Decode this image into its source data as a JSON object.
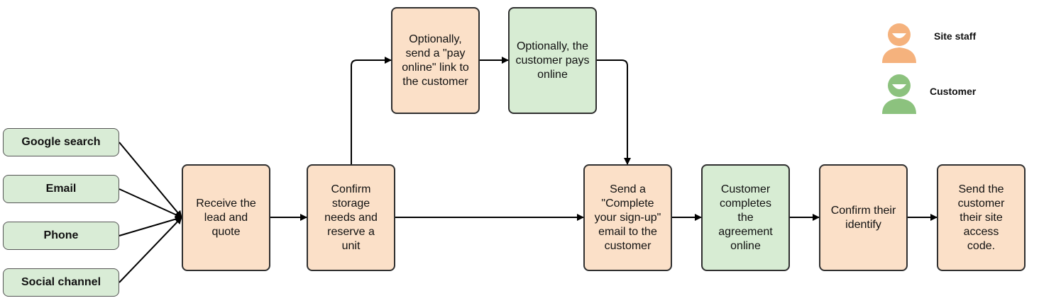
{
  "sources": [
    {
      "label": "Google search"
    },
    {
      "label": "Email"
    },
    {
      "label": "Phone"
    },
    {
      "label": "Social channel"
    }
  ],
  "steps": {
    "receive_lead": {
      "text": "Receive the lead and quote",
      "actor": "staff"
    },
    "confirm_storage": {
      "text": "Confirm storage needs and reserve a unit",
      "actor": "staff"
    },
    "send_pay_link": {
      "text": "Optionally, send a \"pay online\" link to the customer",
      "actor": "staff"
    },
    "customer_pays": {
      "text": "Optionally, the customer pays online",
      "actor": "customer"
    },
    "send_signup_email": {
      "text": "Send a \"Complete your sign-up\" email to the customer",
      "actor": "staff"
    },
    "complete_agreement": {
      "text": "Customer completes the agreement online",
      "actor": "customer"
    },
    "confirm_identity": {
      "text": "Confirm their identify",
      "actor": "staff"
    },
    "send_access_code": {
      "text": "Send the customer their site access code.",
      "actor": "staff"
    }
  },
  "legend": {
    "staff": {
      "label": "Site staff",
      "color": "#f5b27d",
      "icon": "person-icon"
    },
    "customer": {
      "label": "Customer",
      "color": "#8cc27e",
      "icon": "person-icon"
    }
  },
  "colors": {
    "staff_fill": "#fbe0c8",
    "customer_fill": "#d7ecd3",
    "source_fill": "#d9ecd6",
    "line": "#000000"
  }
}
